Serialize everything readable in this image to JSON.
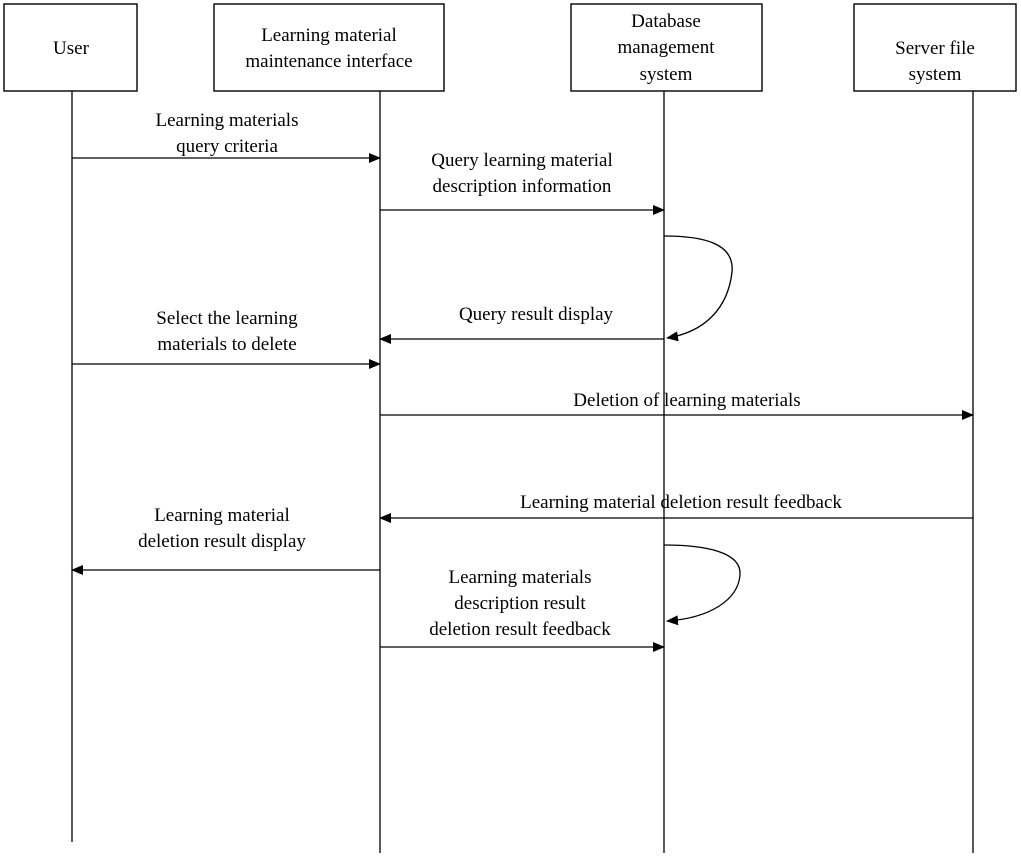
{
  "participants": [
    {
      "id": "user",
      "label_lines": [
        "User"
      ]
    },
    {
      "id": "interface",
      "label_lines": [
        "Learning material",
        "maintenance interface"
      ]
    },
    {
      "id": "dbms",
      "label_lines": [
        "Database",
        "management",
        "system"
      ]
    },
    {
      "id": "fs",
      "label_lines": [
        "Server file",
        "system"
      ]
    }
  ],
  "messages": [
    {
      "from": "user",
      "to": "interface",
      "label_lines": [
        "Learning materials",
        "query criteria"
      ]
    },
    {
      "from": "interface",
      "to": "dbms",
      "label_lines": [
        "Query learning material",
        "description information"
      ]
    },
    {
      "from": "dbms",
      "to": "interface",
      "label_lines": [
        "Query result display"
      ]
    },
    {
      "from": "user",
      "to": "interface",
      "label_lines": [
        "Select the learning",
        "materials to delete"
      ]
    },
    {
      "from": "interface",
      "to": "fs",
      "label_lines": [
        "Deletion of learning materials"
      ]
    },
    {
      "from": "fs",
      "to": "interface",
      "label_lines": [
        "Learning material deletion result feedback"
      ]
    },
    {
      "from": "interface",
      "to": "user",
      "label_lines": [
        "Learning material",
        "deletion result display"
      ]
    },
    {
      "from": "interface",
      "to": "dbms",
      "label_lines": [
        "Learning materials",
        "description result",
        "deletion result feedback"
      ]
    }
  ],
  "self_loops": [
    {
      "on": "dbms"
    },
    {
      "on": "dbms"
    }
  ],
  "colors": {
    "line": "#000000",
    "background": "#ffffff"
  }
}
